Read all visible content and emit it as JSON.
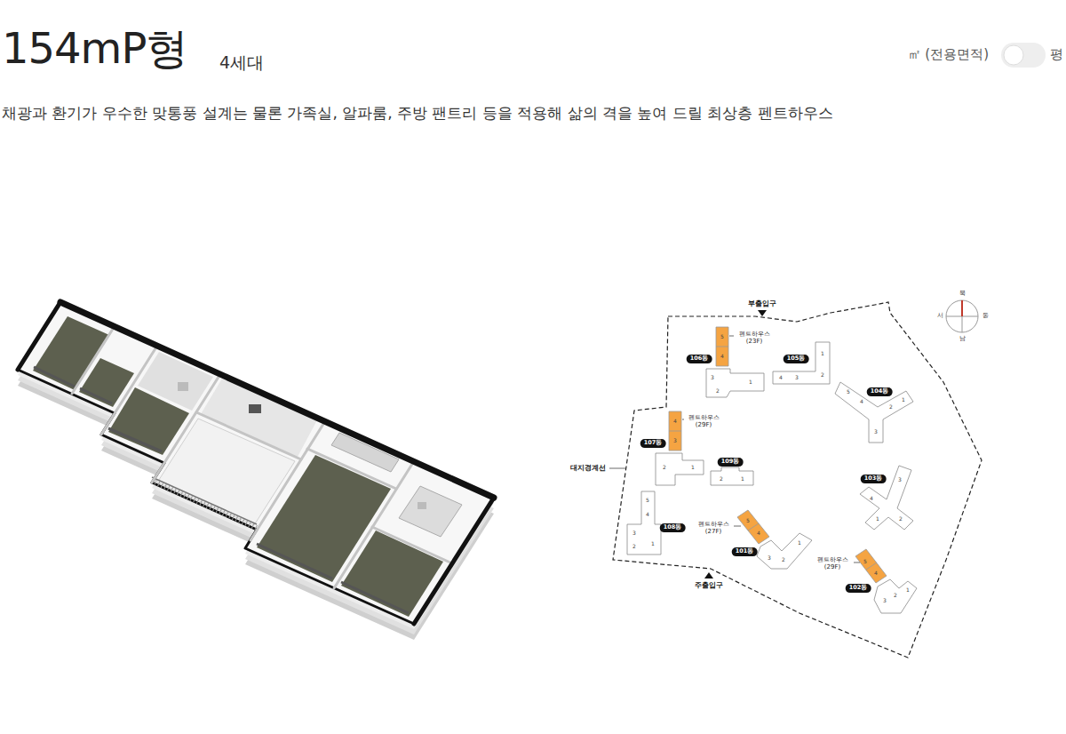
{
  "diagram": {
    "title": "154mP형",
    "caption": "채광과 환기가 우수한 맞통풍 설계는 물론 가족실, 알파룸, 주방 팬트리 등을 적용해 삶의 격을 높여 드릴 최상층 펜트하우스",
    "nodes": [
      {
        "text": [
          "105동"
        ]
      },
      {
        "text": [
          "106동"
        ]
      },
      {
        "text": [
          "104동"
        ]
      },
      {
        "text": [
          "107동"
        ]
      },
      {
        "text": [
          "109동"
        ]
      },
      {
        "text": [
          "103동"
        ]
      },
      {
        "text": [
          "108동"
        ]
      },
      {
        "text": [
          "101동"
        ]
      },
      {
        "text": [
          "102동"
        ]
      }
    ],
    "labels": [
      "4세대",
      "㎡ (전용면적)",
      "평",
      "부출입구",
      "주출입구",
      "대지경계선",
      "북",
      "서",
      "동",
      "남",
      "펜트하우스 (23F)",
      "펜트하우스 (29F)",
      "펜트하우스 (27F)",
      "펜트하우스 (29F)",
      "5",
      "4",
      "3",
      "2",
      "1",
      "4",
      "3",
      "2",
      "1",
      "5",
      "4",
      "3",
      "2",
      "1",
      "4",
      "3",
      "2",
      "1",
      "2",
      "1",
      "4",
      "3",
      "2",
      "1",
      "5",
      "4",
      "3",
      "2",
      "1",
      "5",
      "4",
      "3",
      "2",
      "1",
      "5",
      "4",
      "3",
      "2",
      "1"
    ]
  }
}
